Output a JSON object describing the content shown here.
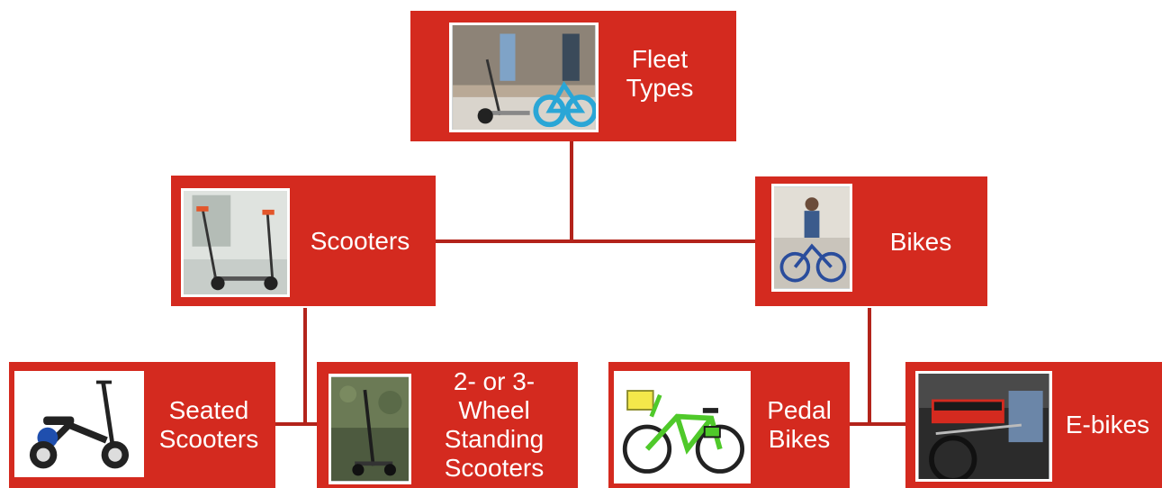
{
  "diagram": {
    "root": {
      "label_line1": "Fleet",
      "label_line2": "Types",
      "image": "scooter-and-bike-riders-photo"
    },
    "scooters": {
      "label": "Scooters",
      "image": "parked-scooters-photo"
    },
    "bikes": {
      "label": "Bikes",
      "image": "cyclist-photo"
    },
    "seated_scooters": {
      "label_line1": "Seated",
      "label_line2": "Scooters",
      "image": "seated-scooter-photo"
    },
    "standing_scooters": {
      "label_line1": "2- or 3-",
      "label_line2": "Wheel",
      "label_line3": "Standing",
      "label_line4": "Scooters",
      "image": "standing-scooter-photo"
    },
    "pedal_bikes": {
      "label_line1": "Pedal",
      "label_line2": "Bikes",
      "image": "green-pedal-bike-photo"
    },
    "ebikes": {
      "label": "E-bikes",
      "image": "ebike-closeup-photo"
    }
  },
  "colors": {
    "node": "#d42a1f",
    "connector": "#b3231b",
    "label": "#ffffff"
  }
}
